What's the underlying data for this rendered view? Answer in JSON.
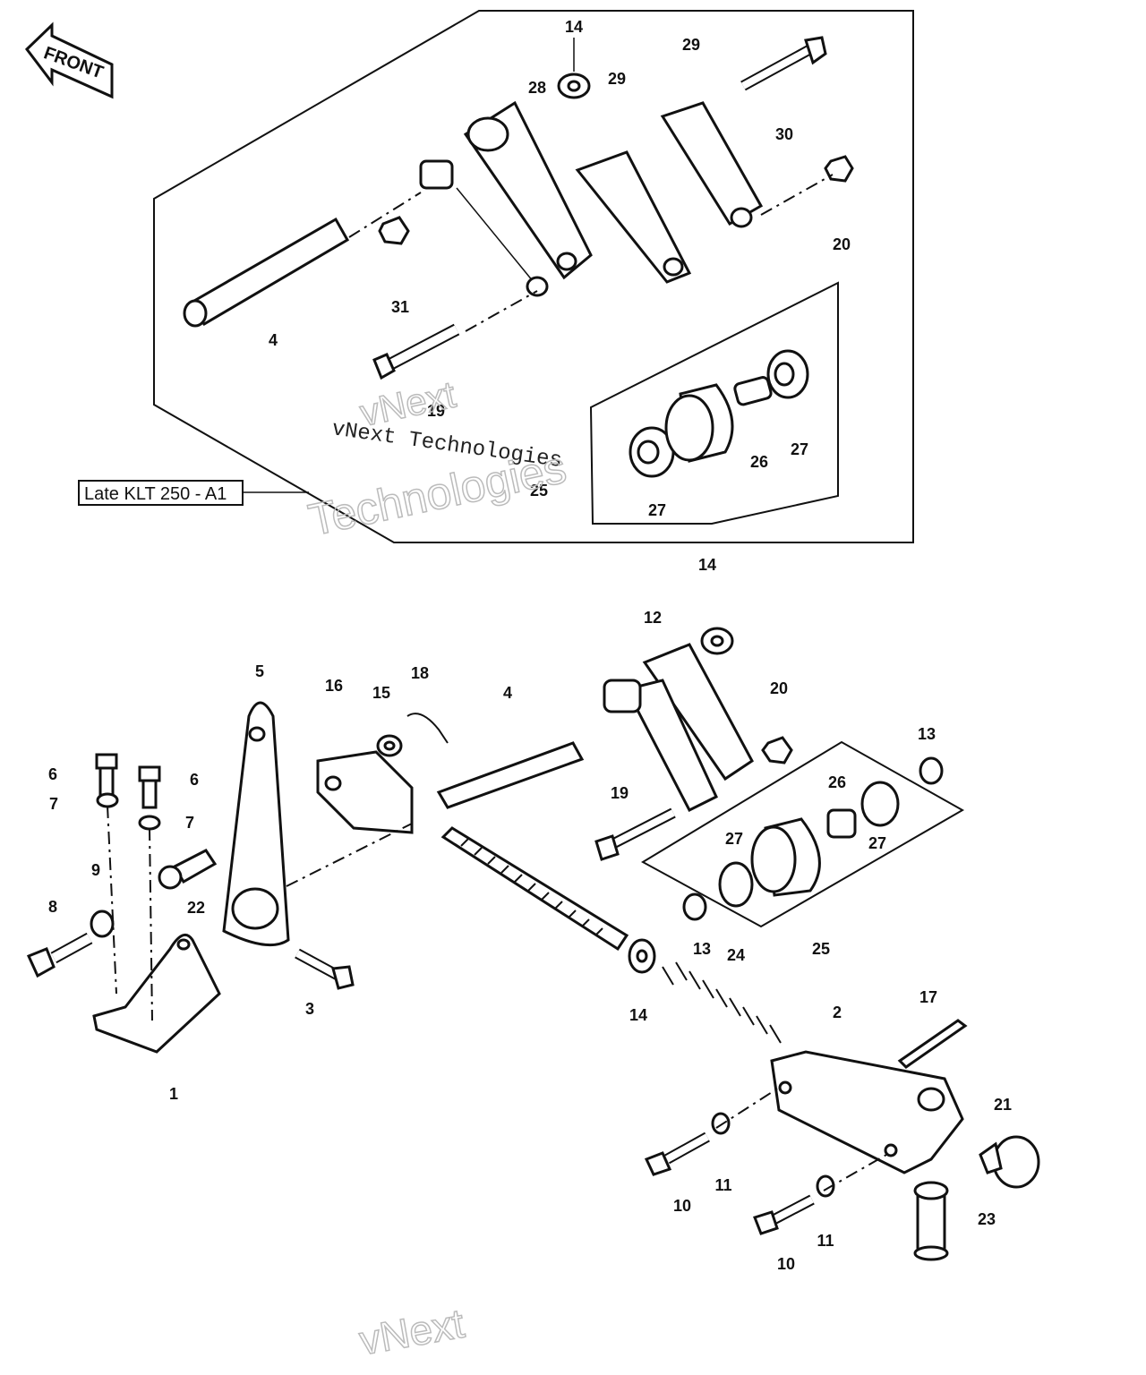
{
  "front_label": "FRONT",
  "inset_note": "Late KLT 250 - A1",
  "watermark": {
    "line1": "vNext",
    "line2": "vNext Technologies",
    "line3": "Technologies",
    "line4": "vNext"
  },
  "callouts": {
    "c14a": "14",
    "c28": "28",
    "c29a": "29",
    "c29b": "29",
    "c30": "30",
    "c20a": "20",
    "c4a": "4",
    "c31": "31",
    "c19a": "19",
    "c26a": "26",
    "c27a": "27",
    "c27b": "27",
    "c25a": "25",
    "c14b": "14",
    "c12": "12",
    "c5": "5",
    "c16": "16",
    "c15": "15",
    "c18": "18",
    "c4b": "4",
    "c20b": "20",
    "c13a": "13",
    "c26b": "26",
    "c6a": "6",
    "c6b": "6",
    "c7a": "7",
    "c7b": "7",
    "c19b": "19",
    "c27c": "27",
    "c27d": "27",
    "c9": "9",
    "c8": "8",
    "c22": "22",
    "c13b": "13",
    "c25b": "25",
    "c24": "24",
    "c3": "3",
    "c14c": "14",
    "c1": "1",
    "c2": "2",
    "c17": "17",
    "c21": "21",
    "c10a": "10",
    "c11a": "11",
    "c10b": "10",
    "c11b": "11",
    "c23": "23"
  }
}
